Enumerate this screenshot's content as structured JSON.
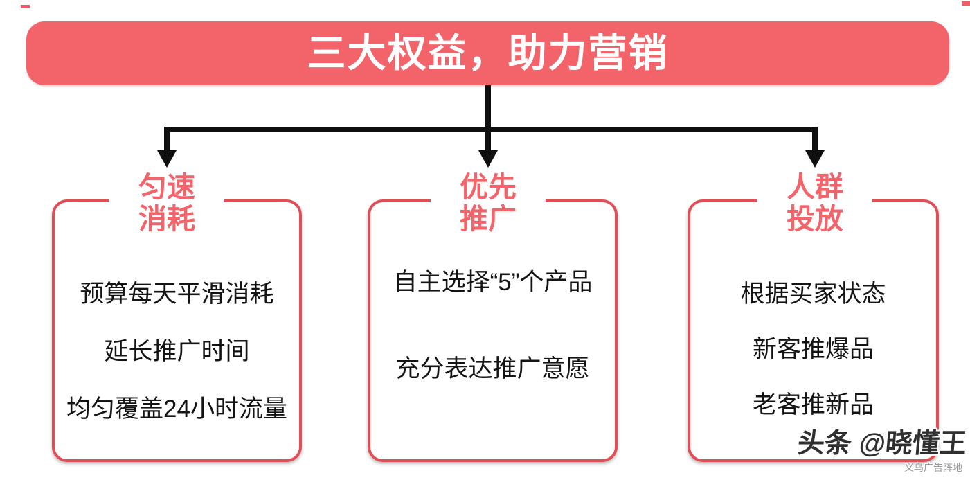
{
  "banner": {
    "title": "三大权益，助力营销",
    "bg_color": "#F2646A",
    "text_color": "#FFFFFF"
  },
  "columns": [
    {
      "title_top": "匀速",
      "title_bottom": "消耗",
      "items": [
        "预算每天平滑消耗",
        "延长推广时间",
        "均匀覆盖24小时流量"
      ]
    },
    {
      "title_top": "优先",
      "title_bottom": "推广",
      "items": [
        "自主选择“5”个产品",
        "充分表达推广意愿"
      ]
    },
    {
      "title_top": "人群",
      "title_bottom": "投放",
      "items": [
        "根据买家状态",
        "新客推爆品",
        "老客推新品"
      ]
    }
  ],
  "watermark": {
    "main": "头条 @晓懂王",
    "sub": "义乌广告阵地"
  },
  "colors": {
    "accent": "#F2646A",
    "box_border": "#E04E56",
    "title_text": "#F2646A",
    "arrow": "#0F0F0F",
    "body_text": "#141414"
  }
}
